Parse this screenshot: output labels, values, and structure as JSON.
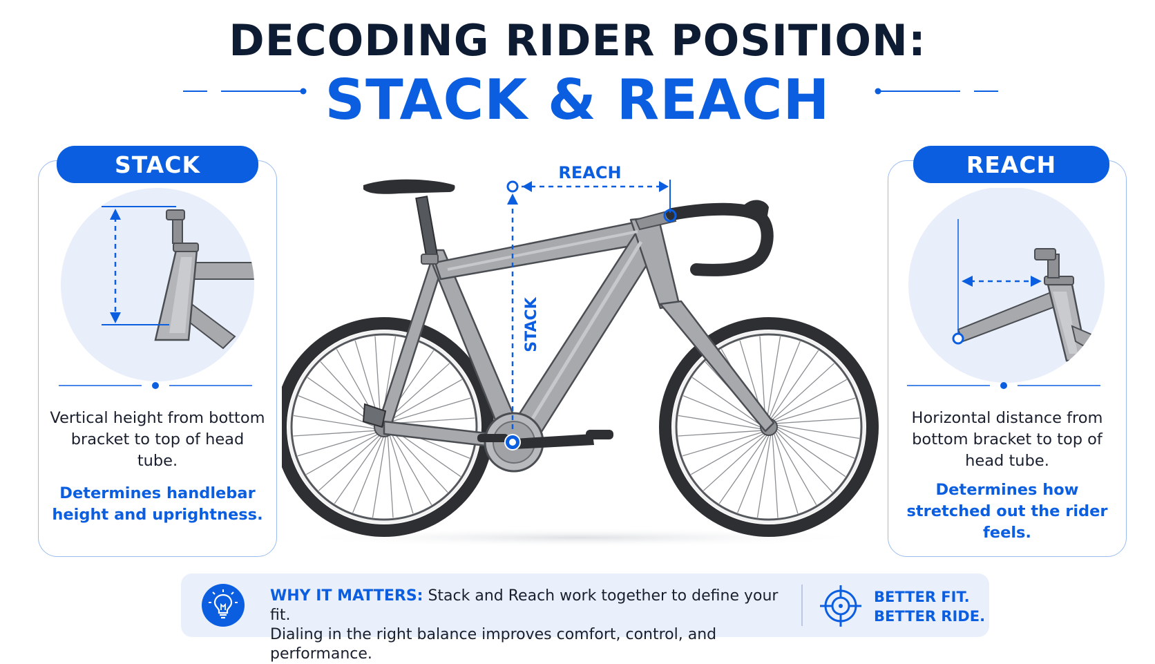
{
  "title": {
    "line1": "DECODING RIDER POSITION:",
    "line2": "STACK & REACH"
  },
  "stack_card": {
    "heading": "STACK",
    "description": "Vertical height from bottom bracket to top of head tube.",
    "emphasis": "Determines handlebar height and uprightness."
  },
  "reach_card": {
    "heading": "REACH",
    "description": "Horizontal distance from bottom bracket to top of head tube.",
    "emphasis": "Determines how stretched out the rider feels."
  },
  "bike_diagram": {
    "reach_label": "REACH",
    "stack_label": "STACK"
  },
  "bottom_bar": {
    "why_label": "WHY IT MATTERS:",
    "why_line1": "Stack and Reach work together to define your fit.",
    "why_line2": "Dialing in the right balance improves comfort, control, and performance.",
    "better_fit": "BETTER FIT.",
    "better_ride": "BETTER RIDE."
  },
  "icons": [
    "lightbulb-icon",
    "target-icon"
  ],
  "colors": {
    "accent_blue": "#0b5ee0",
    "title_navy": "#0d1b33",
    "frame_gray": "#a7a9ac",
    "panel_bg": "#e9f0fb"
  }
}
